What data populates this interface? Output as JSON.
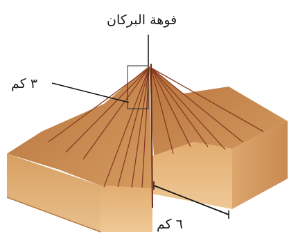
{
  "labels": {
    "crater": "فوهة البركان",
    "height": "٣ كم",
    "width": "٦ كم"
  },
  "colors": {
    "top_surface": "#c98a4e",
    "front_face": "#d8a86a",
    "cut_face": "#e7b878",
    "layer_line": "#8a3a22",
    "leader_line": "#111111"
  }
}
